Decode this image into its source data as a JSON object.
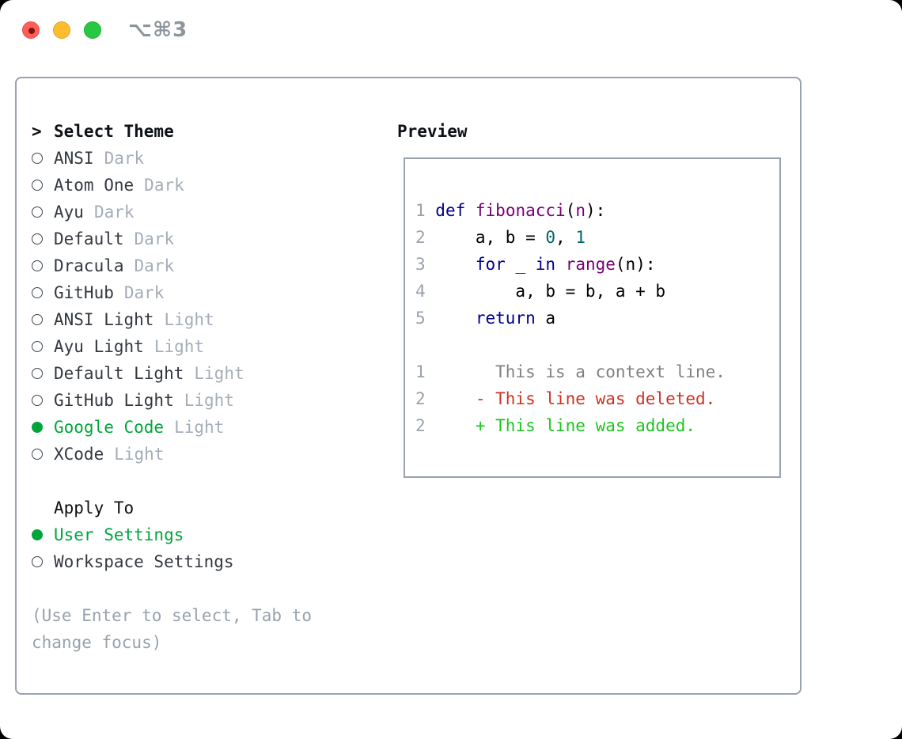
{
  "titlebar": {
    "shortcut": "⌥⌘3"
  },
  "theme_selector": {
    "prompt": ">",
    "title": "Select Theme",
    "themes": [
      {
        "name": "ANSI",
        "variant": "Dark",
        "selected": false
      },
      {
        "name": "Atom One",
        "variant": "Dark",
        "selected": false
      },
      {
        "name": "Ayu",
        "variant": "Dark",
        "selected": false
      },
      {
        "name": "Default",
        "variant": "Dark",
        "selected": false
      },
      {
        "name": "Dracula",
        "variant": "Dark",
        "selected": false
      },
      {
        "name": "GitHub",
        "variant": "Dark",
        "selected": false
      },
      {
        "name": "ANSI Light",
        "variant": "Light",
        "selected": false
      },
      {
        "name": "Ayu Light",
        "variant": "Light",
        "selected": false
      },
      {
        "name": "Default Light",
        "variant": "Light",
        "selected": false
      },
      {
        "name": "GitHub Light",
        "variant": "Light",
        "selected": false
      },
      {
        "name": "Google Code",
        "variant": "Light",
        "selected": true
      },
      {
        "name": "XCode",
        "variant": "Light",
        "selected": false
      }
    ]
  },
  "apply_to": {
    "title": "Apply To",
    "options": [
      {
        "label": "User Settings",
        "selected": true
      },
      {
        "label": "Workspace Settings",
        "selected": false
      }
    ]
  },
  "hint": "(Use Enter to select, Tab to\nchange focus)",
  "preview": {
    "title": "Preview",
    "code_lines": [
      {
        "num": "1",
        "tokens": [
          {
            "c": "pl",
            "t": " "
          },
          {
            "c": "kw",
            "t": "def"
          },
          {
            "c": "pl",
            "t": " "
          },
          {
            "c": "fn",
            "t": "fibonacci"
          },
          {
            "c": "pl",
            "t": "("
          },
          {
            "c": "fn",
            "t": "n"
          },
          {
            "c": "pl",
            "t": "):"
          }
        ]
      },
      {
        "num": "2",
        "tokens": [
          {
            "c": "pl",
            "t": "     a, b = "
          },
          {
            "c": "nm",
            "t": "0"
          },
          {
            "c": "pl",
            "t": ", "
          },
          {
            "c": "nm",
            "t": "1"
          }
        ]
      },
      {
        "num": "3",
        "tokens": [
          {
            "c": "pl",
            "t": "     "
          },
          {
            "c": "kw",
            "t": "for"
          },
          {
            "c": "pl",
            "t": " _ "
          },
          {
            "c": "kw",
            "t": "in"
          },
          {
            "c": "pl",
            "t": " "
          },
          {
            "c": "fn",
            "t": "range"
          },
          {
            "c": "pl",
            "t": "(n):"
          }
        ]
      },
      {
        "num": "4",
        "tokens": [
          {
            "c": "pl",
            "t": "         a, b = b, a + b"
          }
        ]
      },
      {
        "num": "5",
        "tokens": [
          {
            "c": "pl",
            "t": "     "
          },
          {
            "c": "kw",
            "t": "return"
          },
          {
            "c": "pl",
            "t": " a"
          }
        ]
      }
    ],
    "diff_lines": [
      {
        "num": "1",
        "type": "ctx",
        "text": "       This is a context line."
      },
      {
        "num": "2",
        "type": "del",
        "text": "     - This line was deleted."
      },
      {
        "num": "2",
        "type": "add",
        "text": "     + This line was added."
      }
    ]
  },
  "colors": {
    "accent_green": "#00a63c",
    "panel_border": "#9aa2ae",
    "text_primary": "#0d1014",
    "text_secondary": "#33383f",
    "text_muted": "#a5adb9",
    "hint_gray": "#98a2ae",
    "line_number_gray": "#9aa2ae",
    "syntax_keyword": "#00008b",
    "syntax_function": "#770077",
    "syntax_number": "#006666",
    "syntax_plain": "#000000",
    "diff_context": "#808080",
    "diff_deleted": "#cc3322",
    "diff_added": "#1dc51d",
    "traffic_red": "#ff5f57",
    "traffic_yellow": "#febc2e",
    "traffic_green": "#28c840",
    "titlebar_gray": "#8f959d"
  }
}
